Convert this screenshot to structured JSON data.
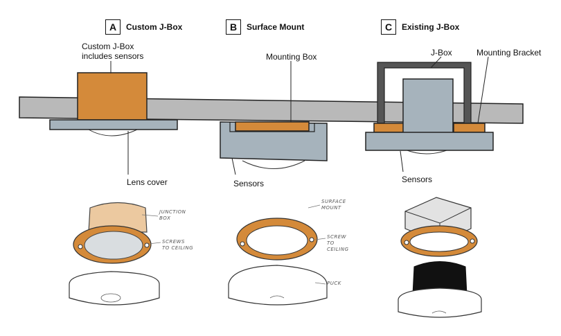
{
  "sections": [
    {
      "letter": "A",
      "title": "Custom J-Box"
    },
    {
      "letter": "B",
      "title": "Surface Mount"
    },
    {
      "letter": "C",
      "title": "Existing J-Box"
    }
  ],
  "callouts": {
    "custom_jbox": "Custom J-Box\nincludes sensors",
    "lens_cover": "Lens cover",
    "mounting_box": "Mounting Box",
    "sensors_b": "Sensors",
    "jbox": "J-Box",
    "mounting_bracket": "Mounting Bracket",
    "sensors_c": "Sensors"
  },
  "sketch_notes": {
    "junction_box": "JUNCTION\nBOX",
    "screws_ceiling": "SCREWS\nTO CEILING",
    "surface_mount": "SURFACE\nMOUNT",
    "screw_ceiling": "SCREW\nTO\nCEILING",
    "puck": "PUCK"
  },
  "colors": {
    "ceiling": "#b9b9b9",
    "orange": "#d48a3a",
    "light_orange": "#ecc9a0",
    "sensor_blue": "#a6b3bc",
    "outline": "#222222",
    "jbox_frame": "#555555"
  }
}
